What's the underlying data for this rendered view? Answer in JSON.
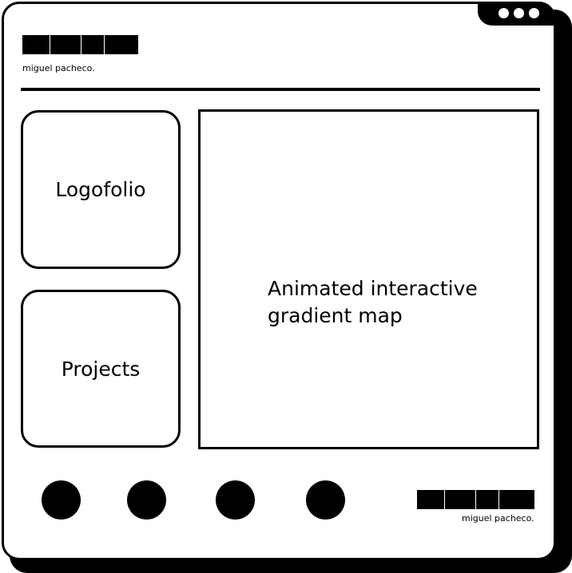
{
  "brand": {
    "name": "miguel pacheco.",
    "logo_text": "MIGU"
  },
  "window": {
    "control_icons": [
      "dot-icon",
      "dot-icon",
      "dot-icon"
    ]
  },
  "nav": {
    "cards": [
      {
        "label": "Logofolio"
      },
      {
        "label": "Projects"
      }
    ]
  },
  "main": {
    "panel_line1": "Animated interactive",
    "panel_line2": "gradient map"
  },
  "footer": {
    "links": [
      "circle-link-icon",
      "circle-link-icon",
      "circle-link-icon",
      "circle-link-icon"
    ]
  }
}
